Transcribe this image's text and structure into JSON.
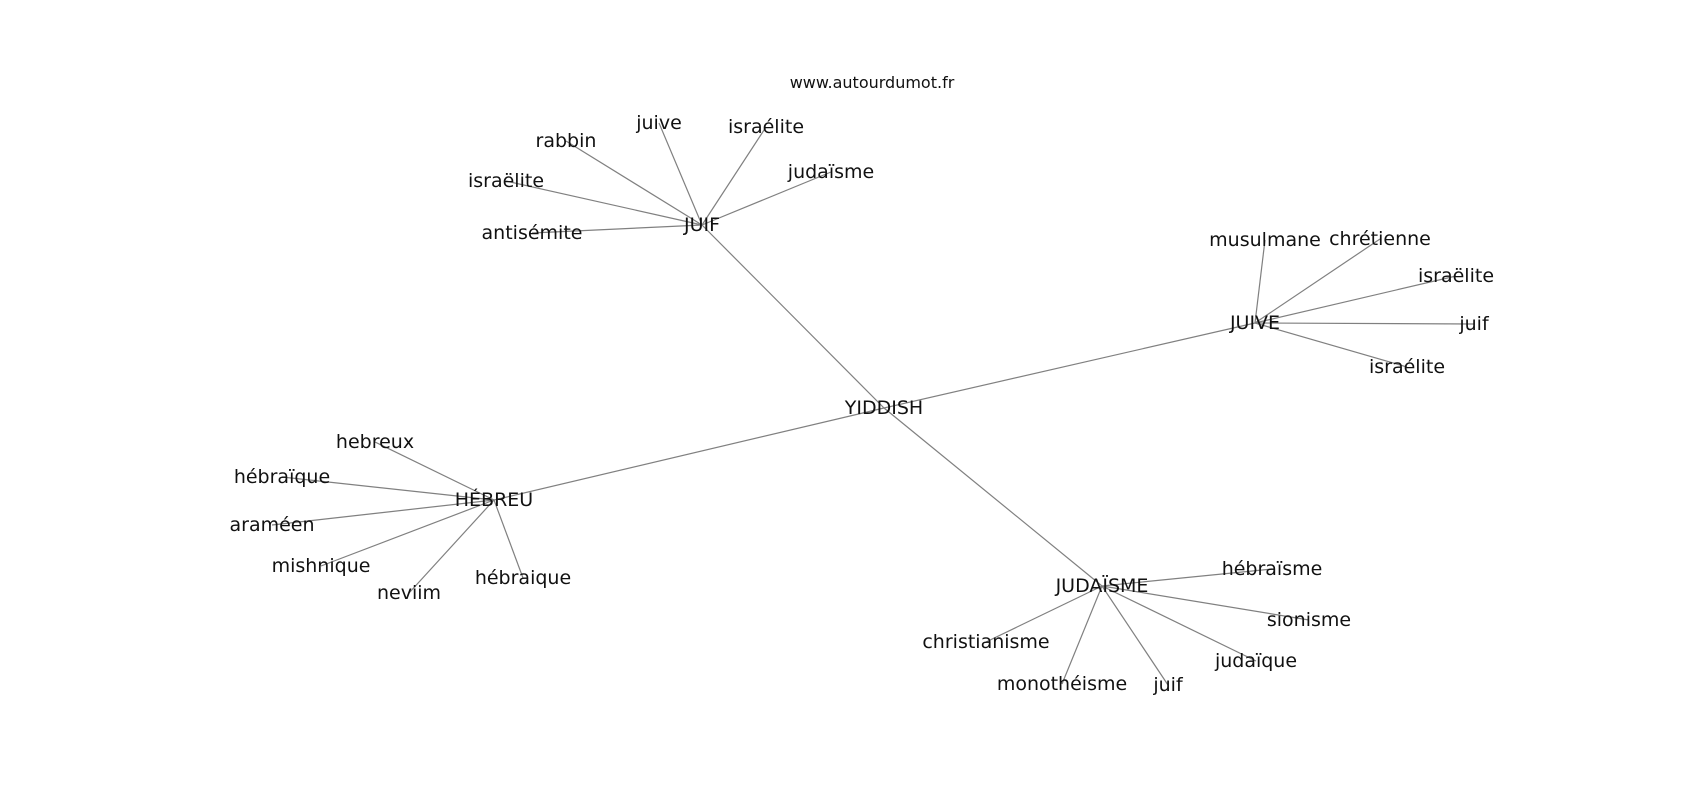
{
  "source": "www.autourdumot.fr",
  "nodes": [
    {
      "id": "yiddish",
      "label": "YIDDISH"
    },
    {
      "id": "juif",
      "label": "JUIF"
    },
    {
      "id": "juive",
      "label": "JUIVE"
    },
    {
      "id": "hebreu",
      "label": "HÉBREU"
    },
    {
      "id": "judaisme",
      "label": "JUDAÏSME"
    },
    {
      "id": "juif_rabbin",
      "label": "rabbin"
    },
    {
      "id": "juif_juive",
      "label": "juive"
    },
    {
      "id": "juif_israelite",
      "label": "israélite"
    },
    {
      "id": "juif_israelite2",
      "label": "israëlite"
    },
    {
      "id": "juif_judaisme",
      "label": "judaïsme"
    },
    {
      "id": "juif_antisemite",
      "label": "antisémite"
    },
    {
      "id": "juive_musulmane",
      "label": "musulmane"
    },
    {
      "id": "juive_chretienne",
      "label": "chrétienne"
    },
    {
      "id": "juive_israelite2",
      "label": "israëlite"
    },
    {
      "id": "juive_juif",
      "label": "juif"
    },
    {
      "id": "juive_israelite",
      "label": "israélite"
    },
    {
      "id": "hebreu_hebreux",
      "label": "hebreux"
    },
    {
      "id": "hebreu_hebraique",
      "label": "hébraïque"
    },
    {
      "id": "hebreu_arameen",
      "label": "araméen"
    },
    {
      "id": "hebreu_mishnique",
      "label": "mishnique"
    },
    {
      "id": "hebreu_neviim",
      "label": "neviim"
    },
    {
      "id": "hebreu_hebraique2",
      "label": "hébraique"
    },
    {
      "id": "jud_hebraisme",
      "label": "hébraïsme"
    },
    {
      "id": "jud_sionisme",
      "label": "sionisme"
    },
    {
      "id": "jud_judaique",
      "label": "judaïque"
    },
    {
      "id": "jud_juif",
      "label": "juif"
    },
    {
      "id": "jud_monotheisme",
      "label": "monothéisme"
    },
    {
      "id": "jud_christianisme",
      "label": "christianisme"
    }
  ],
  "edges": [
    [
      "yiddish",
      "juif"
    ],
    [
      "yiddish",
      "juive"
    ],
    [
      "yiddish",
      "hebreu"
    ],
    [
      "yiddish",
      "judaisme"
    ],
    [
      "juif",
      "juif_rabbin"
    ],
    [
      "juif",
      "juif_juive"
    ],
    [
      "juif",
      "juif_israelite"
    ],
    [
      "juif",
      "juif_israelite2"
    ],
    [
      "juif",
      "juif_judaisme"
    ],
    [
      "juif",
      "juif_antisemite"
    ],
    [
      "juive",
      "juive_musulmane"
    ],
    [
      "juive",
      "juive_chretienne"
    ],
    [
      "juive",
      "juive_israelite2"
    ],
    [
      "juive",
      "juive_juif"
    ],
    [
      "juive",
      "juive_israelite"
    ],
    [
      "hebreu",
      "hebreu_hebreux"
    ],
    [
      "hebreu",
      "hebreu_hebraique"
    ],
    [
      "hebreu",
      "hebreu_arameen"
    ],
    [
      "hebreu",
      "hebreu_mishnique"
    ],
    [
      "hebreu",
      "hebreu_neviim"
    ],
    [
      "hebreu",
      "hebreu_hebraique2"
    ],
    [
      "judaisme",
      "jud_hebraisme"
    ],
    [
      "judaisme",
      "jud_sionisme"
    ],
    [
      "judaisme",
      "jud_judaique"
    ],
    [
      "judaisme",
      "jud_juif"
    ],
    [
      "judaisme",
      "jud_monotheisme"
    ],
    [
      "judaisme",
      "jud_christianisme"
    ]
  ]
}
